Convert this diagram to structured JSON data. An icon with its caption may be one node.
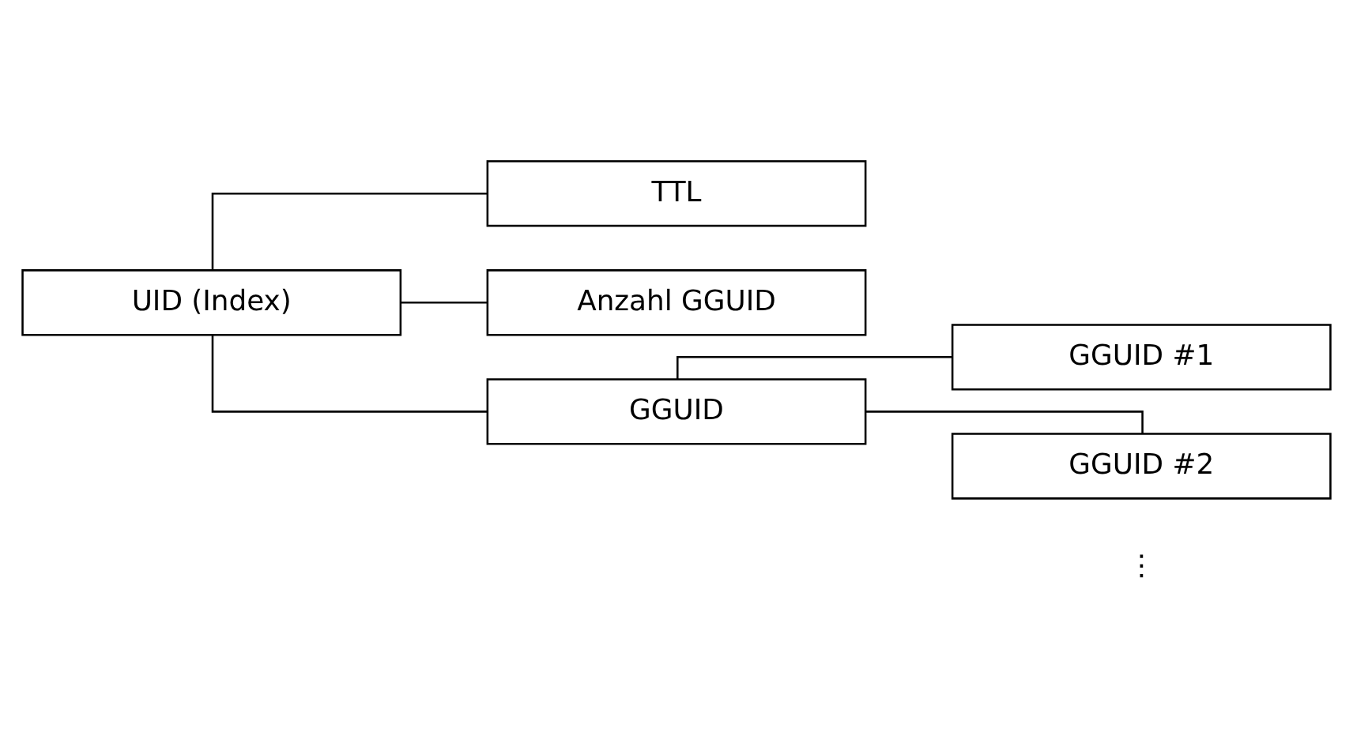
{
  "diagram": {
    "nodes": [
      {
        "text": [
          "UID (Index)"
        ]
      },
      {
        "text": [
          "TTL"
        ]
      },
      {
        "text": [
          "Anzahl GGUID"
        ]
      },
      {
        "text": [
          "GGUID"
        ]
      },
      {
        "text": [
          "GGUID #1"
        ]
      },
      {
        "text": [
          "GGUID #2"
        ]
      }
    ],
    "edges": [
      {
        "from": 0,
        "to": 1,
        "arrow": "none"
      },
      {
        "from": 0,
        "to": 2,
        "arrow": "none"
      },
      {
        "from": 0,
        "to": 3,
        "arrow": "none"
      },
      {
        "from": 3,
        "to": 4,
        "arrow": "none"
      },
      {
        "from": 3,
        "to": 5,
        "arrow": "none"
      }
    ],
    "labels": [
      "⋮"
    ]
  }
}
